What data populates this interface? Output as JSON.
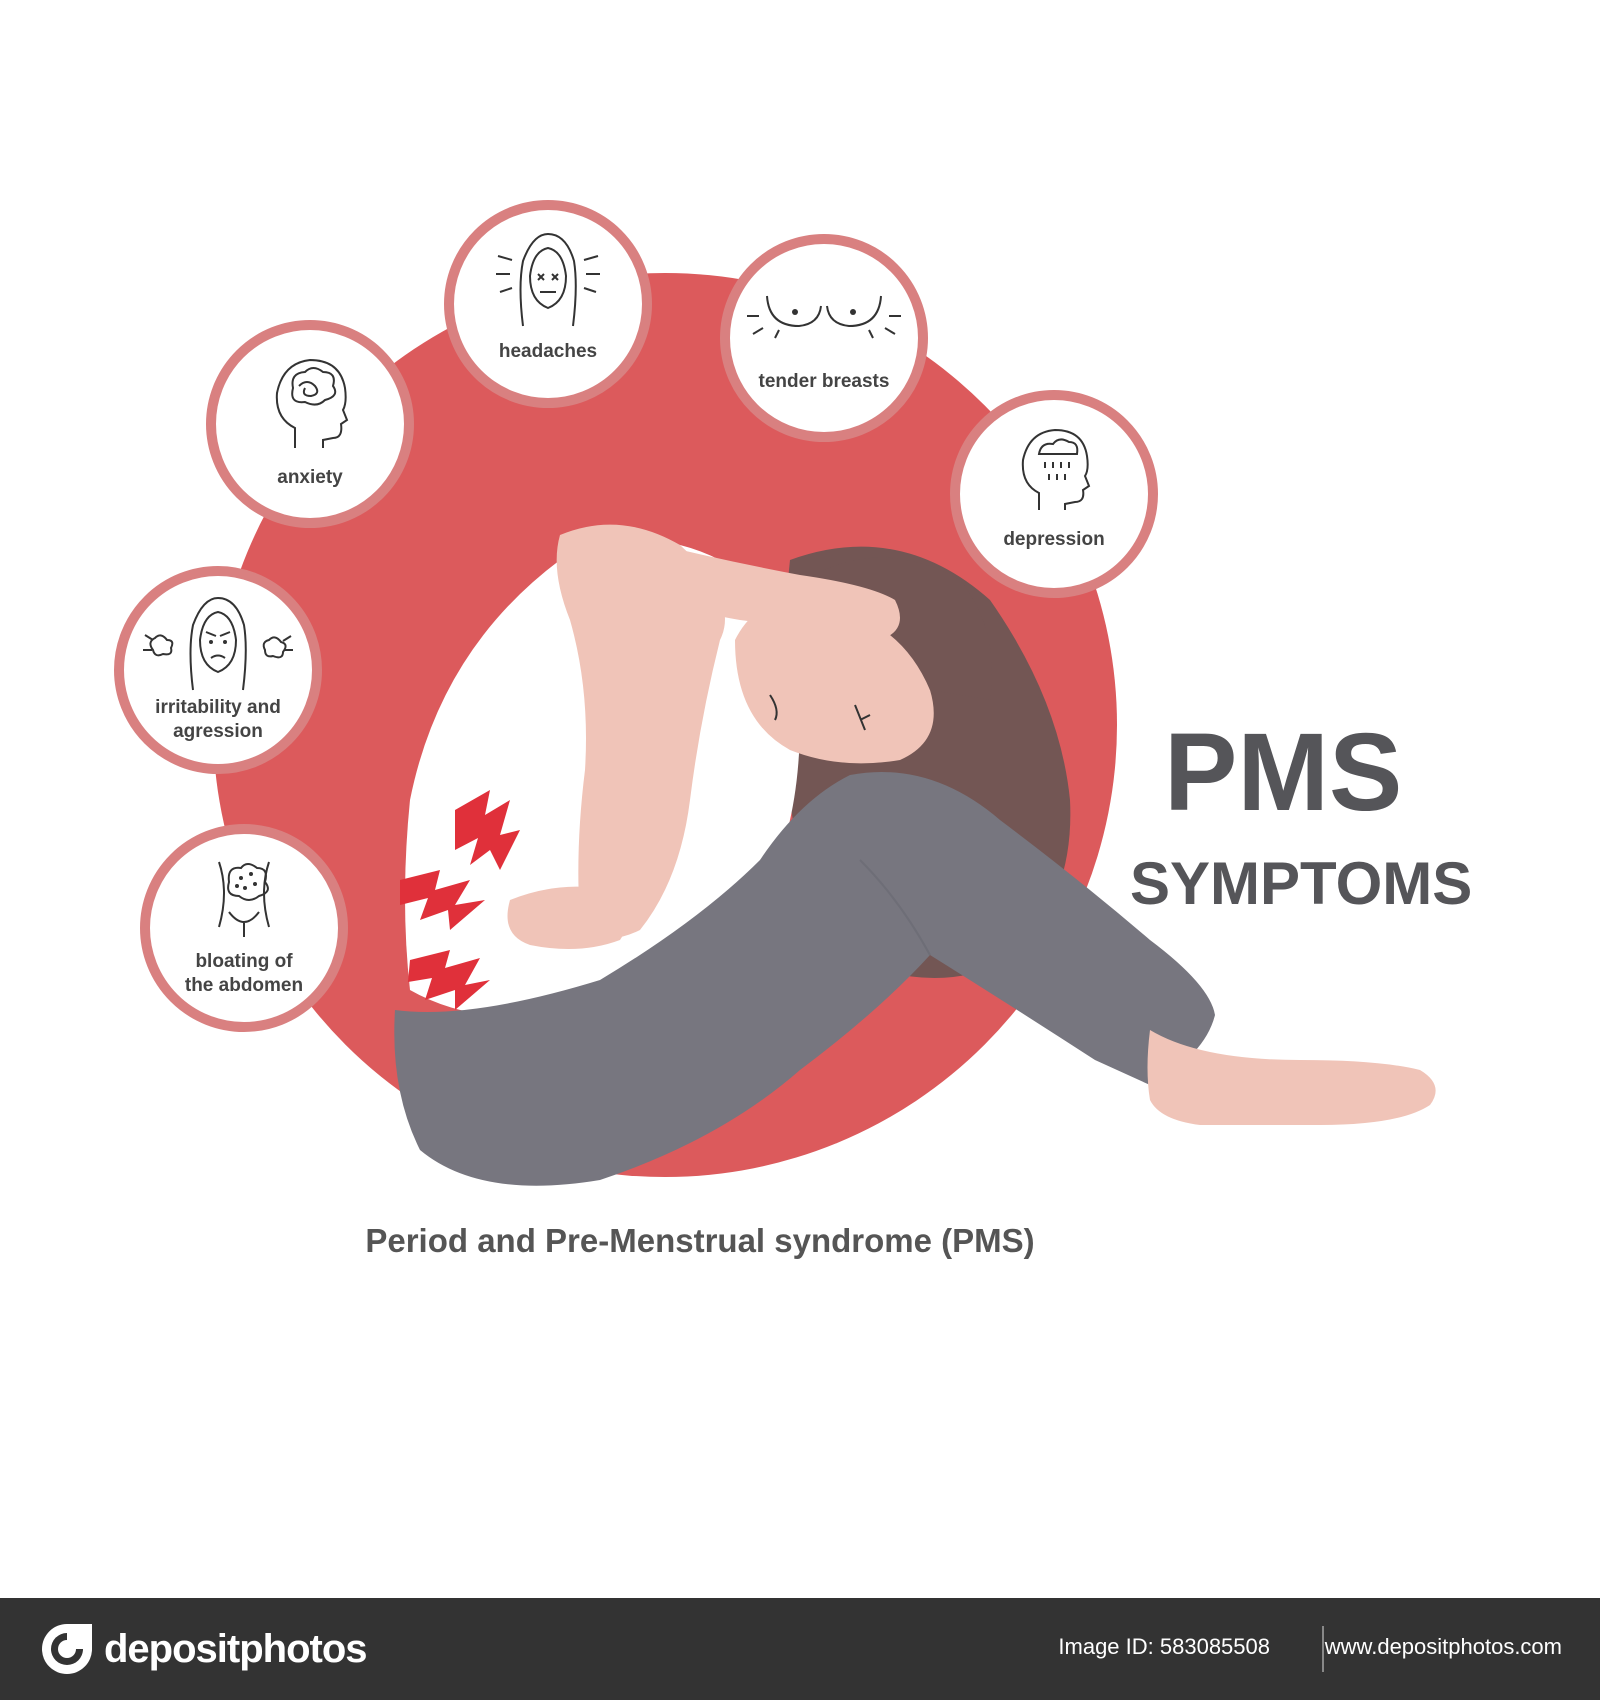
{
  "title": {
    "main": "PMS",
    "sub": "SYMPTOMS"
  },
  "caption": "Period and Pre-Menstrual syndrome (PMS)",
  "symptoms": [
    {
      "label_lines": [
        "headaches"
      ],
      "icon": "headache-face-icon"
    },
    {
      "label_lines": [
        "tender breasts"
      ],
      "icon": "tender-breasts-icon"
    },
    {
      "label_lines": [
        "anxiety"
      ],
      "icon": "anxiety-head-icon"
    },
    {
      "label_lines": [
        "depression"
      ],
      "icon": "depression-head-icon"
    },
    {
      "label_lines": [
        "irritability and",
        "agression"
      ],
      "icon": "irritated-face-icon"
    },
    {
      "label_lines": [
        "bloating of",
        "the abdomen"
      ],
      "icon": "bloating-abdomen-icon"
    }
  ],
  "footer": {
    "brand": "depositphotos",
    "image_id": "Image ID: 583085508",
    "url": "www.depositphotos.com"
  },
  "colors": {
    "accent_red": "#dc5a5c",
    "badge_ring": "#d98080",
    "pants": "#77767f",
    "skin": "#f0c4b8",
    "hair": "#735654",
    "text": "#555559",
    "footer_bg": "#333333"
  }
}
